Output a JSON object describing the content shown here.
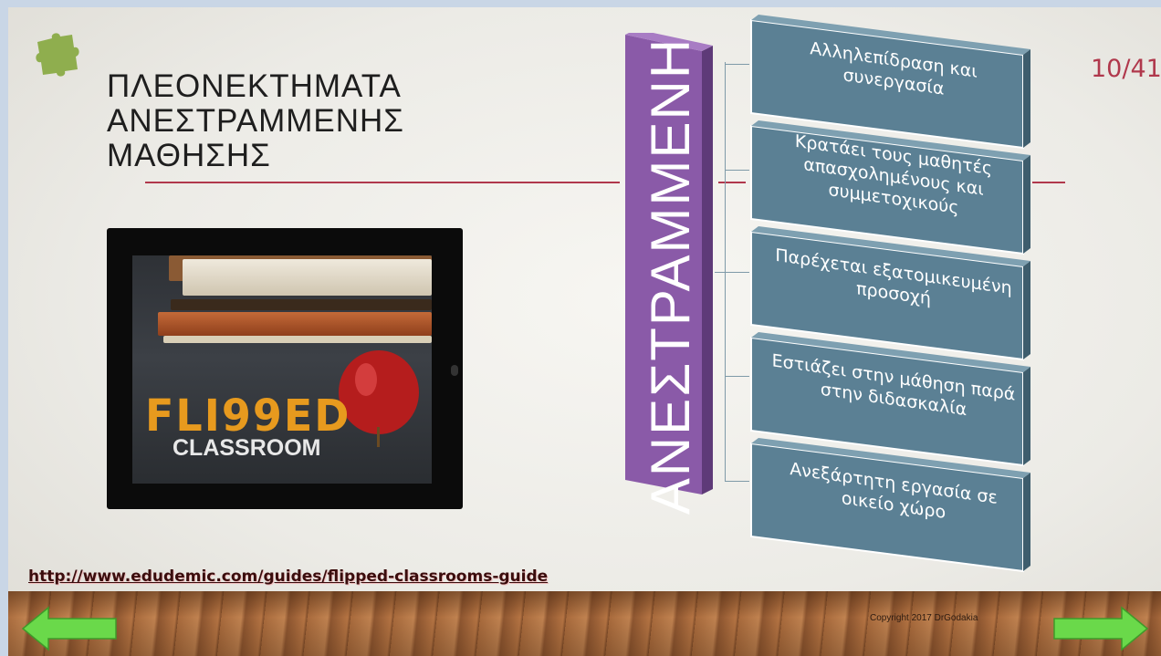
{
  "slide": {
    "title_lines": [
      "ΠΛΕΟΝΕΚΤΗΜΑΤΑ",
      "ΑΝΕΣΤΡΑΜΜΕΝΗΣ",
      "ΜΑΘΗΣΗΣ"
    ],
    "page_number": "10/41",
    "vertical_label": "ΑΝΕΣΤΡΑΜΜΕΝΗ",
    "boxes": [
      "Αλληλεπίδραση και συνεργασία",
      "Κρατάει τους μαθητές απασχολημένους και συμμετοχικούς",
      "Παρέχεται εξατομικευμένη προσοχή",
      "Εστιάζει στην μάθηση παρά στην διδασκαλία",
      "Ανεξάρτητη εργασία σε οικείο χώρο"
    ],
    "image": {
      "flipped_text": "FLI99ED",
      "classroom_text": "CLASSROOM"
    },
    "link": "http://www.edudemic.com/guides/flipped-classrooms-guide",
    "copyright": "Copyright 2017 DrGodakia",
    "nav": {
      "prev_icon": "arrow-left-icon",
      "next_icon": "arrow-right-icon"
    },
    "colors": {
      "accent_red": "#b0384c",
      "purple_bar": "#8a5aa8",
      "box_teal": "#5b8094",
      "arrow_green": "#6ad94a"
    }
  }
}
